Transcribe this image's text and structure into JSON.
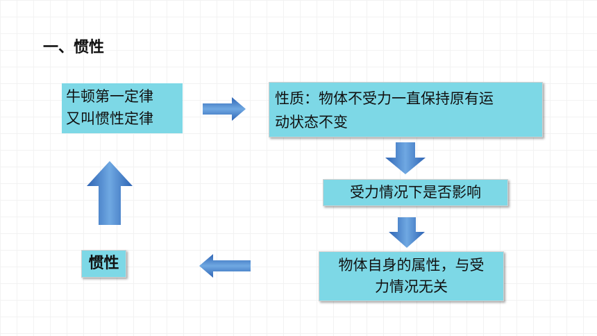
{
  "section_title": "一、惯性",
  "boxes": {
    "law": {
      "lines": [
        "牛顿第一定律",
        "又叫惯性定律"
      ]
    },
    "property": {
      "lines": [
        "性质：物体不受力一直保持原有运",
        "动状态不变"
      ]
    },
    "question": {
      "text": "受力情况下是否影响"
    },
    "answer": {
      "lines": [
        "物体自身的属性，与受",
        "力情况无关"
      ]
    },
    "inertia": {
      "text": "惯性"
    }
  },
  "colors": {
    "box_fill": "#7dd8e6",
    "arrow_light": "#6fa8e2",
    "arrow_dark": "#2e64b4"
  }
}
